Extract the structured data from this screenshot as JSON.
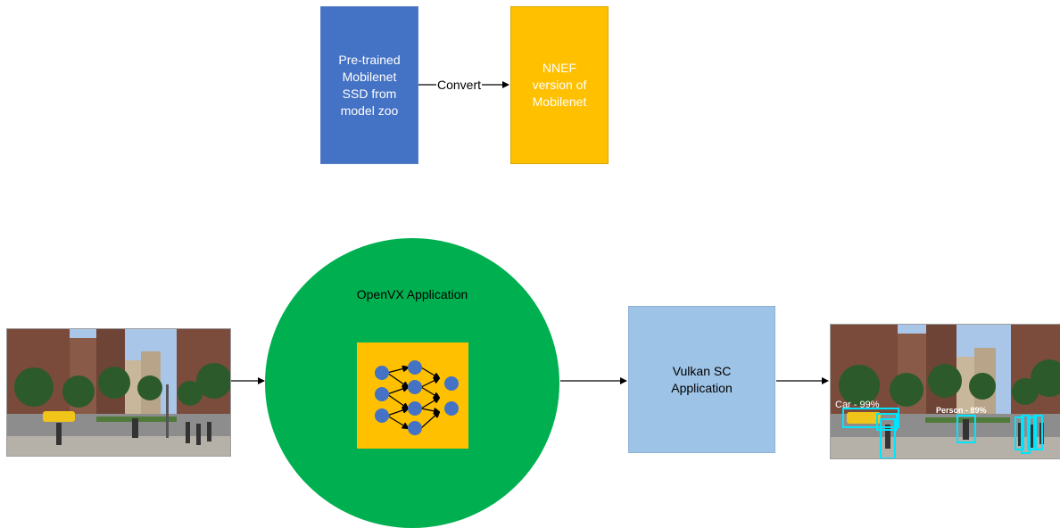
{
  "model_zoo_box": {
    "label": "Pre-trained\nMobilenet\nSSD from\nmodel zoo",
    "color": "#4472c4"
  },
  "convert_step": {
    "label": "Convert"
  },
  "nnef_box": {
    "label": "NNEF\nversion of\nMobilenet",
    "color": "#ffc000"
  },
  "openvx_app": {
    "label": "OpenVX Application",
    "color": "#00b050",
    "panel_color": "#ffc000",
    "node_color": "#4472c4"
  },
  "vulkan_sc_app": {
    "label": "Vulkan SC\nApplication",
    "color": "#9dc3e6"
  },
  "input_image": {
    "icon": "street-scene-photo"
  },
  "output_image": {
    "icon": "street-scene-detections-photo",
    "detections": [
      {
        "label": "Car - 99%"
      },
      {
        "label": "Person - 89%"
      }
    ],
    "box_color": "#00e5ff"
  }
}
